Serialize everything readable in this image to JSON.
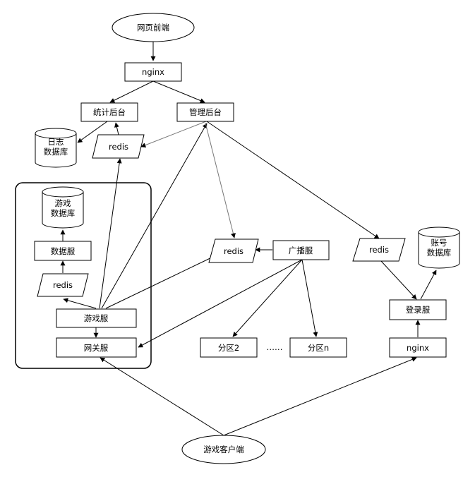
{
  "nodes": {
    "web_frontend": "网页前端",
    "nginx_top": "nginx",
    "stats_backend": "统计后台",
    "admin_backend": "管理后台",
    "log_db_line1": "日志",
    "log_db_line2": "数据库",
    "redis_stats": "redis",
    "game_db_line1": "游戏",
    "game_db_line2": "数据库",
    "data_server": "数据服",
    "redis_game": "redis",
    "game_server": "游戏服",
    "gateway_server": "网关服",
    "redis_broadcast": "redis",
    "broadcast_server": "广播服",
    "partition_2": "分区2",
    "ellipsis": "……",
    "partition_n": "分区n",
    "redis_login": "redis",
    "account_db_line1": "账号",
    "account_db_line2": "数据库",
    "login_server": "登录服",
    "nginx_bottom": "nginx",
    "game_client": "游戏客户端"
  },
  "colors": {
    "stroke": "#000000",
    "fill": "#ffffff",
    "arrow": "#000000",
    "arrow_light": "#777777"
  }
}
